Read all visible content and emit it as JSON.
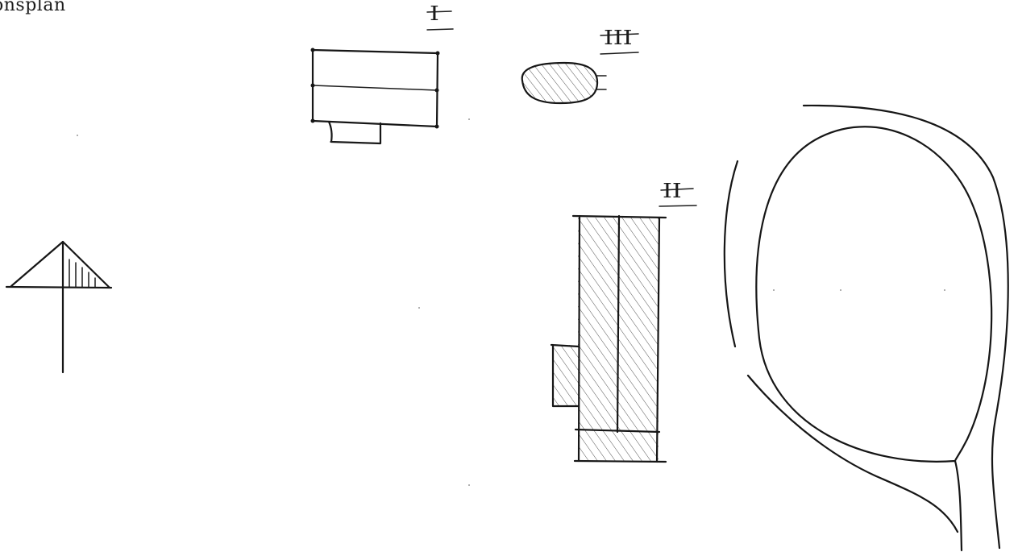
{
  "sheet": {
    "title": "onsplan"
  },
  "labels": {
    "building_1": "I",
    "building_2": "II",
    "building_3": "III"
  },
  "colors": {
    "paper": "#ffffff",
    "ink": "#161616",
    "hatch": "#555555"
  }
}
